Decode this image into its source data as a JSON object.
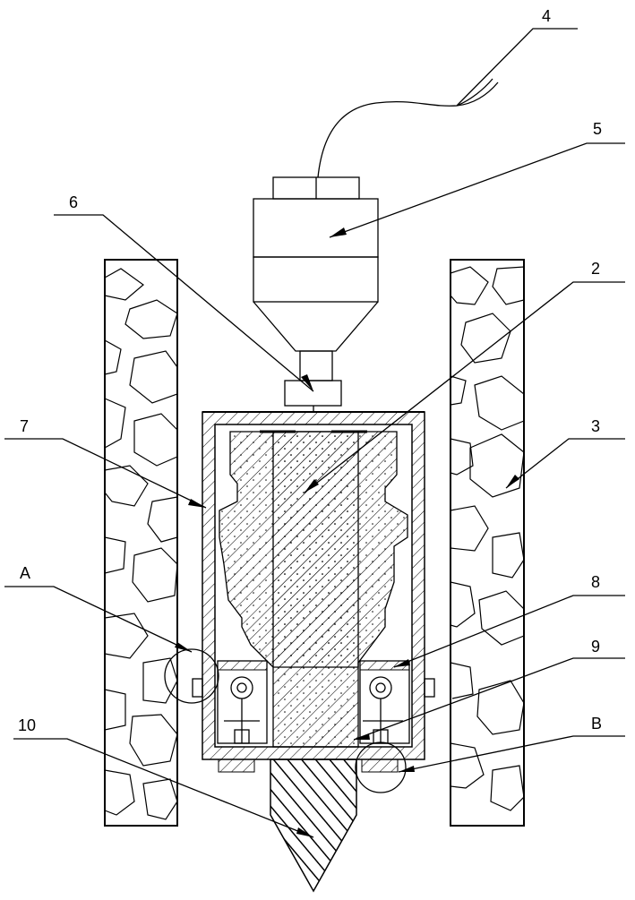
{
  "labels": {
    "l4": "4",
    "l5": "5",
    "l6": "6",
    "l2": "2",
    "l7": "7",
    "l3": "3",
    "lA": "A",
    "l8": "8",
    "l9": "9",
    "l10": "10",
    "lB": "B"
  }
}
